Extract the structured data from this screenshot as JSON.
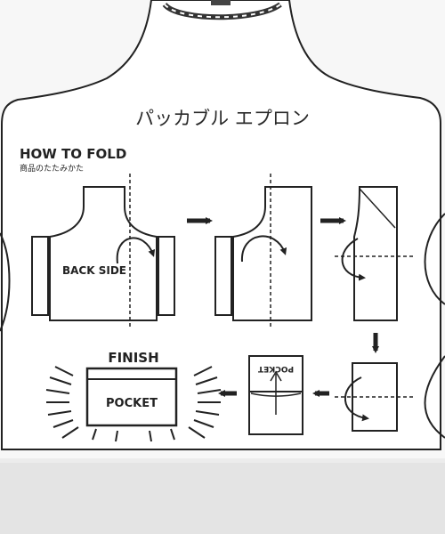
{
  "tag": {
    "title": "パッカブル エプロン",
    "how_to_fold": "HOW TO FOLD",
    "subtitle": "商品のたたみかた",
    "back_side": "BACK SIDE",
    "pocket_upside": "POCKET",
    "finish": "FINISH",
    "pocket": "POCKET"
  },
  "colors": {
    "ink": "#222222",
    "card": "#ffffff",
    "background": "#ececec"
  },
  "icons": [
    "arrow-right-icon",
    "arrow-down-icon",
    "arrow-left-icon",
    "curved-arrow-icon",
    "string-loop-icon"
  ]
}
